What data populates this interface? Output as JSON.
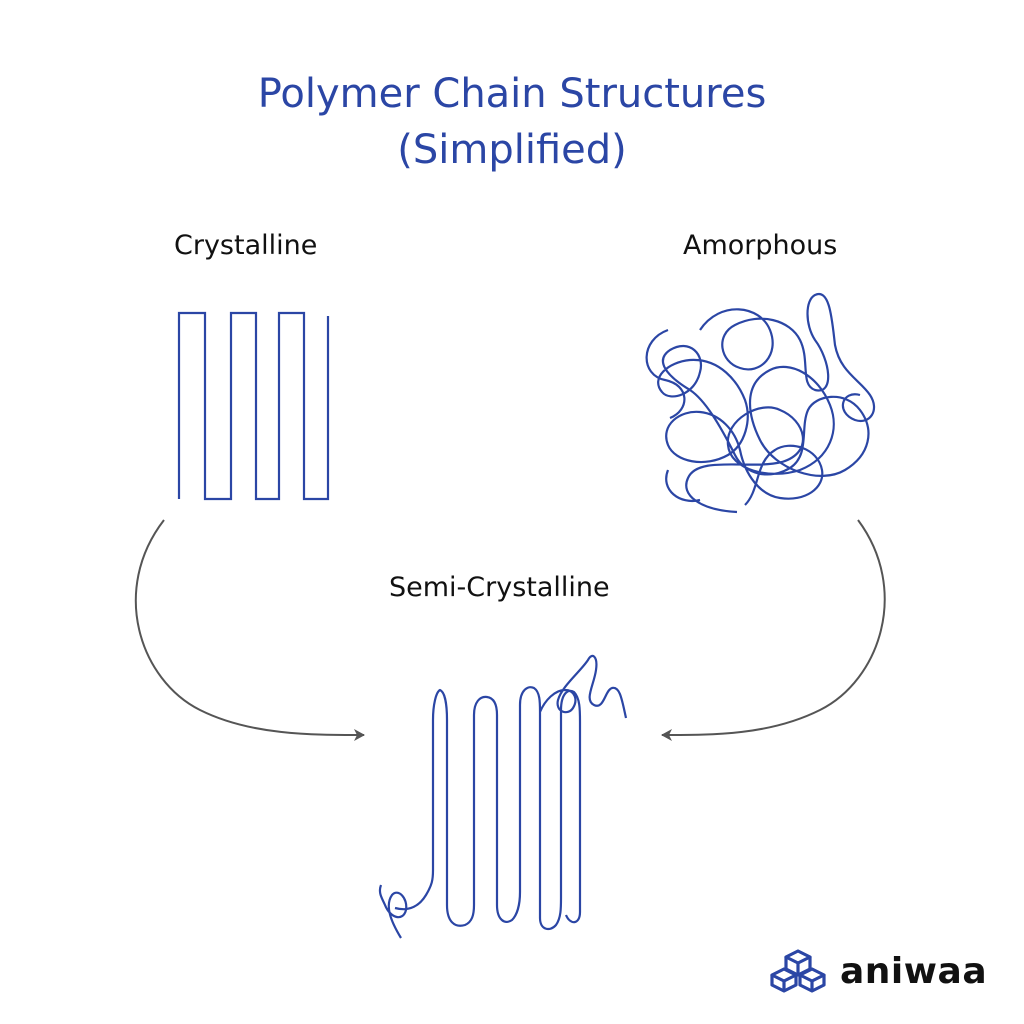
{
  "title": {
    "line1": "Polymer Chain Structures",
    "line2": "(Simplified)"
  },
  "labels": {
    "crystalline": "Crystalline",
    "amorphous": "Amorphous",
    "semi_crystalline": "Semi-Crystalline"
  },
  "brand": {
    "name": "aniwaa",
    "icon": "cubes-logo-icon"
  },
  "colors": {
    "title": "#2b46a5",
    "chain": "#2b46a5",
    "arrow": "#555555",
    "text": "#111111"
  }
}
